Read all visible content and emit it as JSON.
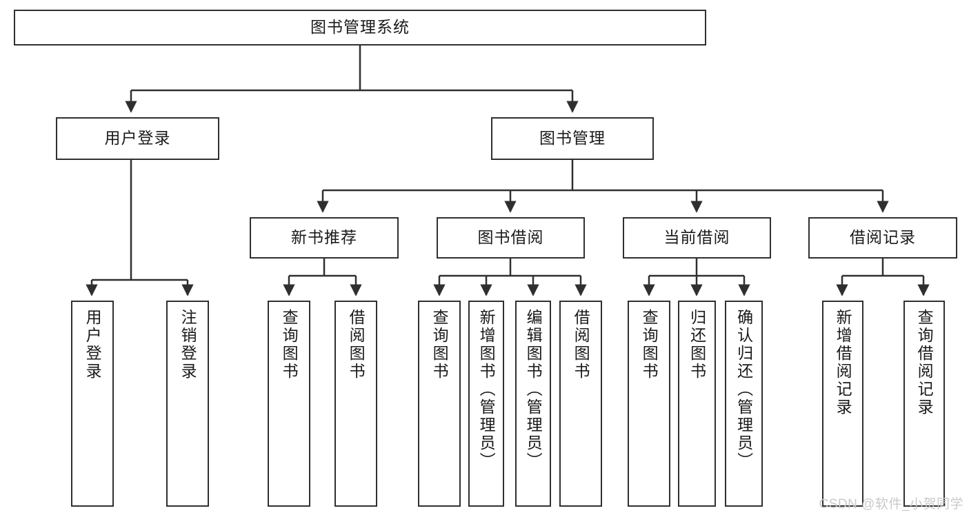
{
  "diagram": {
    "title": "图书管理系统",
    "type": "tree-hierarchy-chart",
    "colors": {
      "box_border": "#2f2f2f",
      "box_fill": "#ffffff",
      "edge": "#2f2f2f",
      "text": "#1a1a1a",
      "watermark": "#c9c9c9"
    },
    "root": {
      "label": "图书管理系统"
    },
    "level2": [
      {
        "label": "用户登录"
      },
      {
        "label": "图书管理"
      }
    ],
    "level3": [
      {
        "label": "新书推荐"
      },
      {
        "label": "图书借阅"
      },
      {
        "label": "当前借阅"
      },
      {
        "label": "借阅记录"
      }
    ],
    "leaves": [
      {
        "label": "用户登录",
        "parent": "用户登录"
      },
      {
        "label": "注销登录",
        "parent": "用户登录"
      },
      {
        "label": "查询图书",
        "parent": "新书推荐"
      },
      {
        "label": "借阅图书",
        "parent": "新书推荐"
      },
      {
        "label": "查询图书",
        "parent": "图书借阅"
      },
      {
        "label": "新增图书（管理员）",
        "parent": "图书借阅"
      },
      {
        "label": "编辑图书（管理员）",
        "parent": "图书借阅"
      },
      {
        "label": "借阅图书",
        "parent": "图书借阅"
      },
      {
        "label": "查询图书",
        "parent": "当前借阅"
      },
      {
        "label": "归还图书",
        "parent": "当前借阅"
      },
      {
        "label": "确认归还（管理员）",
        "parent": "当前借阅"
      },
      {
        "label": "新增借阅记录",
        "parent": "借阅记录"
      },
      {
        "label": "查询借阅记录",
        "parent": "借阅记录"
      }
    ]
  },
  "watermark": {
    "text": "CSDN @软件_小贺同学"
  }
}
